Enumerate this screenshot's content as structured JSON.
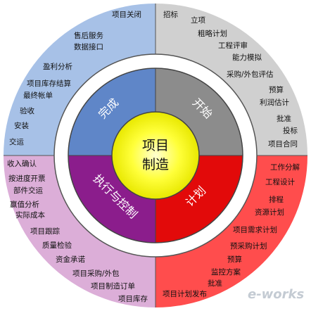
{
  "center": {
    "line1": "项目",
    "line2": "制造"
  },
  "quadrants": {
    "completion": {
      "label": "完成",
      "outer_color": "#a7c1e7",
      "inner_color": "#5f86c8",
      "items": [
        "项目关闭",
        "售后服务",
        "数据接口",
        "盈利分析",
        "项目库存结算",
        "最终帐单",
        "验收",
        "安装",
        "交运"
      ]
    },
    "start": {
      "label": "开始",
      "outer_color": "#d0d0d0",
      "inner_color": "#8c8c8c",
      "items": [
        "招标",
        "立项",
        "粗略计划",
        "工程评审",
        "能力模拟",
        "采购/外包评估",
        "预算",
        "利润估计",
        "批准",
        "投标",
        "项目合同"
      ]
    },
    "execution": {
      "label": "执行与控制",
      "outer_color": "#dcaed8",
      "inner_color": "#8b1d8c",
      "items": [
        "收入确认",
        "按进度开票",
        "部件交运",
        "赢值分析",
        "实际成本",
        "项目跟踪",
        "质量检验",
        "资金承诺",
        "项目采购/外包",
        "项目制造订单",
        "项目库存"
      ]
    },
    "plan": {
      "label": "计划",
      "outer_color": "#ff4d4d",
      "inner_color": "#e20a0a",
      "items": [
        "工作分解",
        "工程设计",
        "排程",
        "资源计划",
        "项目需求计划",
        "预采购计划",
        "预算",
        "监控方案",
        "批准",
        "项目计划发布"
      ]
    }
  },
  "center_color": "#ffff22",
  "watermark": "e-works"
}
